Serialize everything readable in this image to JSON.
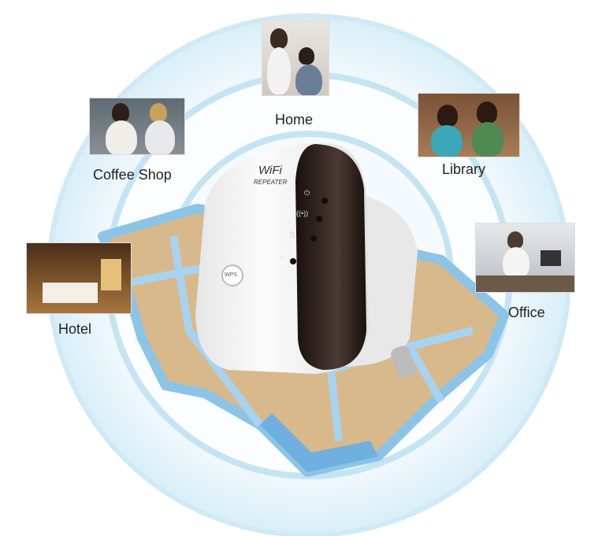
{
  "device": {
    "brand_text": "WiFi",
    "model_text": "REPEATER",
    "button_text": "WPS",
    "indicators": [
      "power-icon",
      "wireless-icon",
      "sync-icon",
      "lan-icon"
    ]
  },
  "locations": [
    {
      "label": "Home"
    },
    {
      "label": "Coffee Shop"
    },
    {
      "label": "Library"
    },
    {
      "label": "Office"
    },
    {
      "label": "Hotel"
    }
  ],
  "colors": {
    "signal_ring": "#cfe9f5",
    "plan_wall": "#8cc4e8",
    "device_body": "#f4f4f4",
    "device_panel": "#2a1c18"
  }
}
